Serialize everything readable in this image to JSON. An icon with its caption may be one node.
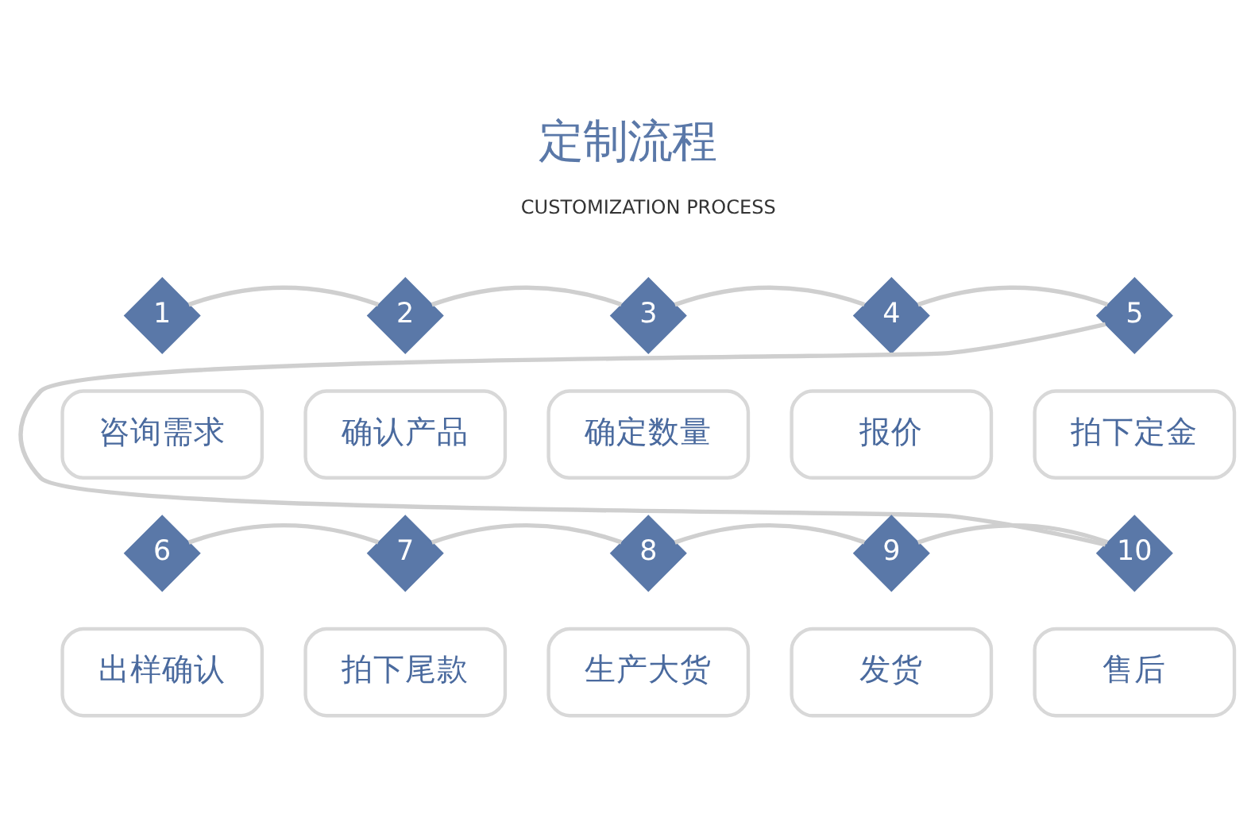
{
  "diagram": {
    "title": "定制流程",
    "nodes": [
      {
        "text": [
          "1"
        ]
      },
      {
        "text": [
          "2"
        ]
      },
      {
        "text": [
          "3"
        ]
      },
      {
        "text": [
          "4"
        ]
      },
      {
        "text": [
          "5"
        ]
      },
      {
        "text": [
          "咨询需求"
        ]
      },
      {
        "text": [
          "确认产品"
        ]
      },
      {
        "text": [
          "确定数量"
        ]
      },
      {
        "text": [
          "报价"
        ]
      },
      {
        "text": [
          "拍下定金"
        ]
      },
      {
        "text": [
          "6"
        ]
      },
      {
        "text": [
          "7"
        ]
      },
      {
        "text": [
          "8"
        ]
      },
      {
        "text": [
          "9"
        ]
      },
      {
        "text": [
          "10"
        ]
      },
      {
        "text": [
          "出样确认"
        ]
      },
      {
        "text": [
          "拍下尾款"
        ]
      },
      {
        "text": [
          "生产大货"
        ]
      },
      {
        "text": [
          "发货"
        ]
      },
      {
        "text": [
          "售后"
        ]
      }
    ],
    "edges": [
      {
        "from": 0,
        "to": 1,
        "arrow": "none"
      },
      {
        "from": 1,
        "to": 2,
        "arrow": "none"
      },
      {
        "from": 2,
        "to": 3,
        "arrow": "none"
      },
      {
        "from": 3,
        "to": 4,
        "arrow": "none"
      },
      {
        "from": 4,
        "to": 14,
        "arrow": "none"
      },
      {
        "from": 10,
        "to": 11,
        "arrow": "none"
      },
      {
        "from": 11,
        "to": 12,
        "arrow": "none"
      },
      {
        "from": 12,
        "to": 13,
        "arrow": "none"
      },
      {
        "from": 13,
        "to": 14,
        "arrow": "none"
      }
    ],
    "labels": [
      "CUSTOMIZATION PROCESS"
    ]
  }
}
